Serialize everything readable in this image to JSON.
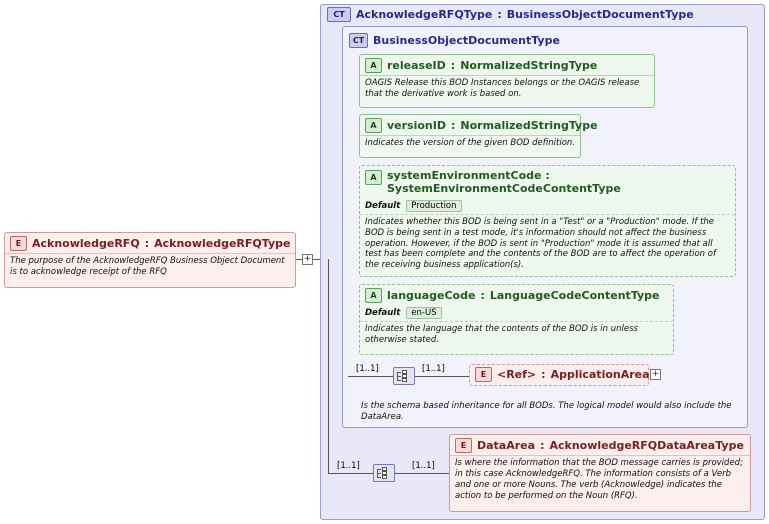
{
  "diagram": {
    "kind": "xml-schema-diagram",
    "root_element": {
      "badge": "E",
      "name": "AcknowledgeRFQ",
      "separator": " : ",
      "type": "AcknowledgeRFQType",
      "documentation": "The purpose of the AcknowledgeRFQ Business Object Document is to acknowledge receipt of the RFQ"
    },
    "complex_type": {
      "badge": "CT",
      "name": "AcknowledgeRFQType",
      "separator": " : ",
      "type": "BusinessObjectDocumentType"
    },
    "base_type": {
      "badge": "CT",
      "name": "BusinessObjectDocumentType",
      "footer_note": "Is the schema based inheritance for all BODs. The logical model would also include the DataArea."
    },
    "attributes": [
      {
        "badge": "A",
        "name": "releaseID",
        "separator": " : ",
        "type": "NormalizedStringType",
        "documentation": "OAGIS Release this BOD Instances belongs or the OAGIS release that the derivative work is based on.",
        "default_label": "",
        "default_value": ""
      },
      {
        "badge": "A",
        "name": "versionID",
        "separator": " : ",
        "type": "NormalizedStringType",
        "documentation": "Indicates the version of the given BOD definition.",
        "default_label": "",
        "default_value": ""
      },
      {
        "badge": "A",
        "name": "systemEnvironmentCode",
        "separator": " : ",
        "type": "SystemEnvironmentCodeContentType",
        "documentation": "Indicates whether this BOD is being sent in a \"Test\" or a \"Production\" mode. If the BOD is being sent in a test mode, it's information should not affect the business operation. However, if the BOD is sent in \"Production\" mode it is assumed that all test has been complete and the contents of the BOD are to affect the operation of the receiving business application(s).",
        "default_label": "Default",
        "default_value": "Production"
      },
      {
        "badge": "A",
        "name": "languageCode",
        "separator": " : ",
        "type": "LanguageCodeContentType",
        "documentation": "Indicates the language that the contents of the BOD is in unless otherwise stated.",
        "default_label": "Default",
        "default_value": "en-US"
      }
    ],
    "children": [
      {
        "badge": "E",
        "name": "<Ref>",
        "separator": " : ",
        "type": "ApplicationArea",
        "occurrence_left": "[1..1]",
        "occurrence_right": "[1..1]",
        "expander": "+",
        "documentation": ""
      },
      {
        "badge": "E",
        "name": "DataArea",
        "separator": " : ",
        "type": "AcknowledgeRFQDataAreaType",
        "occurrence_left": "[1..1]",
        "occurrence_right": "[1..1]",
        "expander": "",
        "documentation": "Is where the information that the BOD message carries is provided; in this case AcknowledgeRFQ. The information consists of a Verb and one or more Nouns. The verb (Acknowledge) indicates the action to be performed on the Noun (RFQ)."
      }
    ],
    "colors": {
      "complex_type_border": "#9a9ad0",
      "complex_type_fill": "#e8e8f8",
      "attribute_border": "#8fbf8f",
      "attribute_fill": "#eef8ee",
      "element_border": "#cc9a9a",
      "element_fill": "#fdeeee",
      "connector": "#555555"
    }
  }
}
